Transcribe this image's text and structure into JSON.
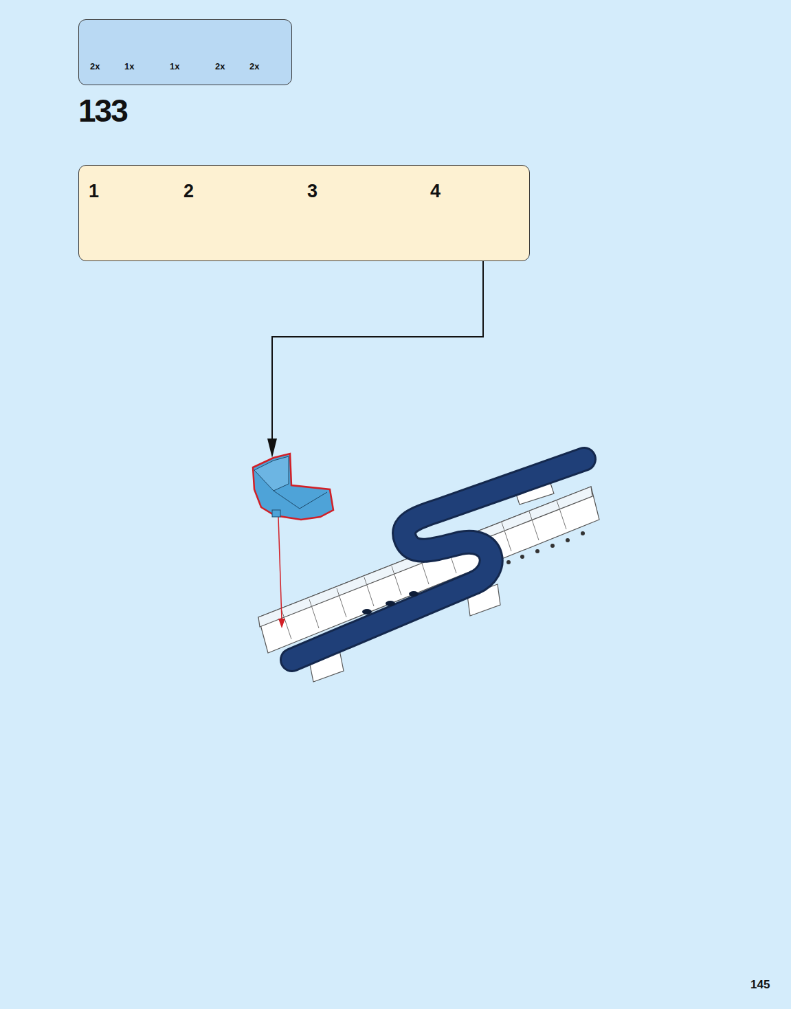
{
  "diagram": {
    "nodes": [
      {
        "text": [
          "2x",
          "1x",
          "1x",
          "2x",
          "2x"
        ]
      },
      {
        "text": [
          "1",
          "2",
          "3",
          "4"
        ]
      }
    ],
    "labels": [
      "133",
      "145"
    ]
  }
}
